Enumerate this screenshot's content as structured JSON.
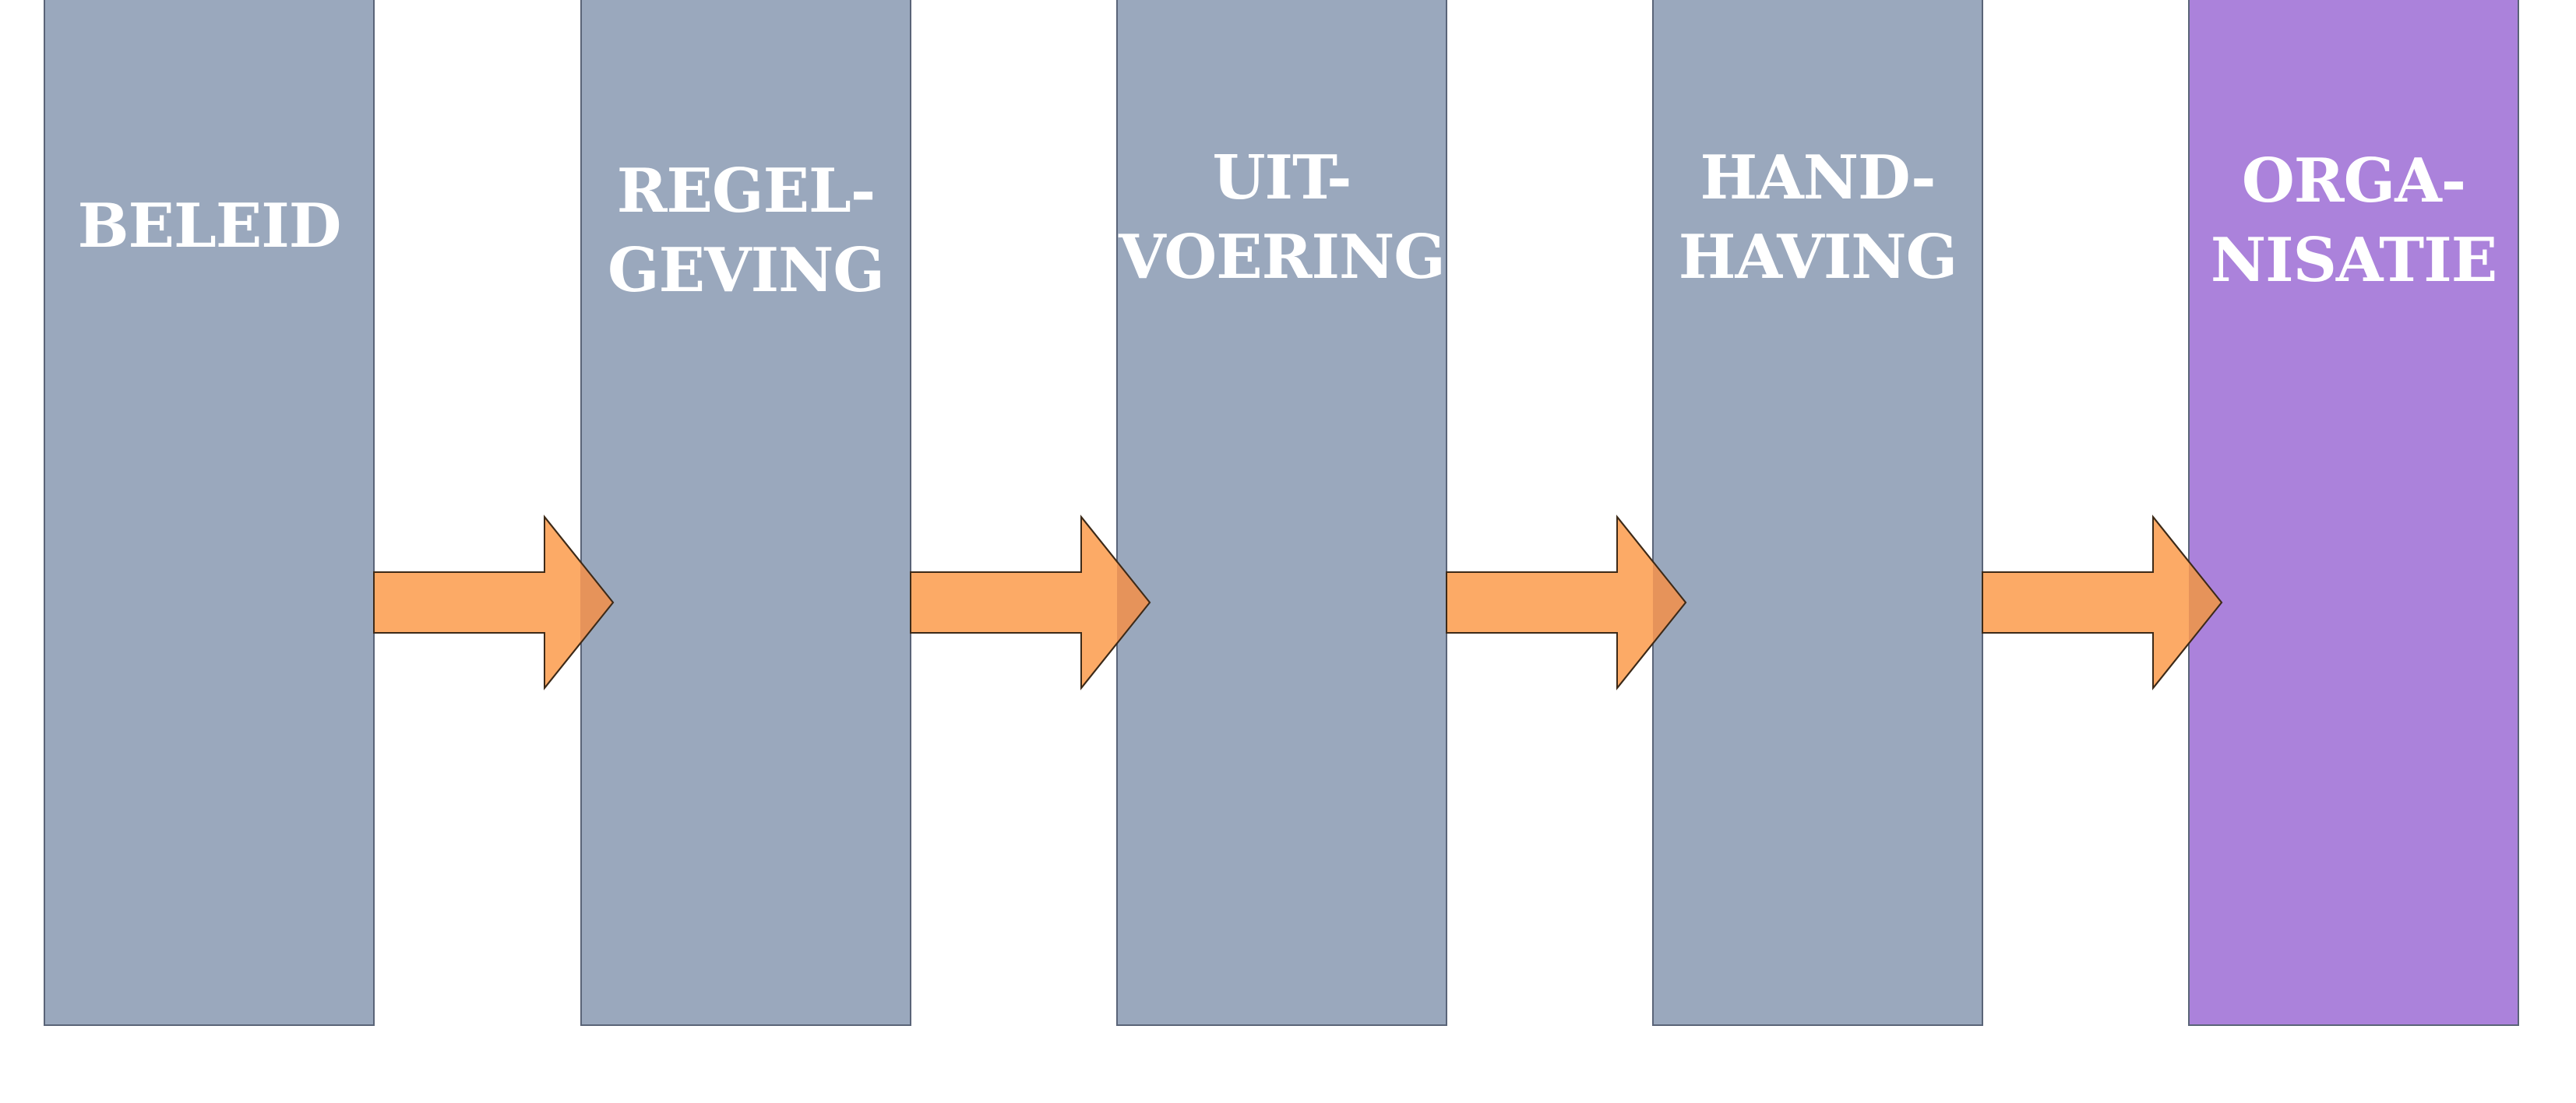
{
  "colors": {
    "step_fill": "#9aa8bd",
    "final_fill": "#ab82db",
    "border": "#5a6478",
    "arrow_fill": "#fcaa66",
    "arrow_tip": "#e6935a",
    "arrow_stroke": "#3d2a18",
    "label_text": "#ffffff"
  },
  "steps": [
    {
      "lines": [
        "BELEID",
        ""
      ]
    },
    {
      "lines": [
        "REGEL-",
        "GEVING"
      ]
    },
    {
      "lines": [
        "UIT-",
        "VOERING"
      ]
    },
    {
      "lines": [
        "HAND-",
        "HAVING"
      ]
    },
    {
      "lines": [
        "ORGA-",
        "NISATIE"
      ]
    }
  ],
  "arrows": [
    {
      "from": "BELEID",
      "to": "REGEL-GEVING",
      "icon": "right-arrow-icon"
    },
    {
      "from": "REGEL-GEVING",
      "to": "UIT-VOERING",
      "icon": "right-arrow-icon"
    },
    {
      "from": "UIT-VOERING",
      "to": "HAND-HAVING",
      "icon": "right-arrow-icon"
    },
    {
      "from": "HAND-HAVING",
      "to": "ORGA-NISATIE",
      "icon": "right-arrow-icon"
    }
  ]
}
